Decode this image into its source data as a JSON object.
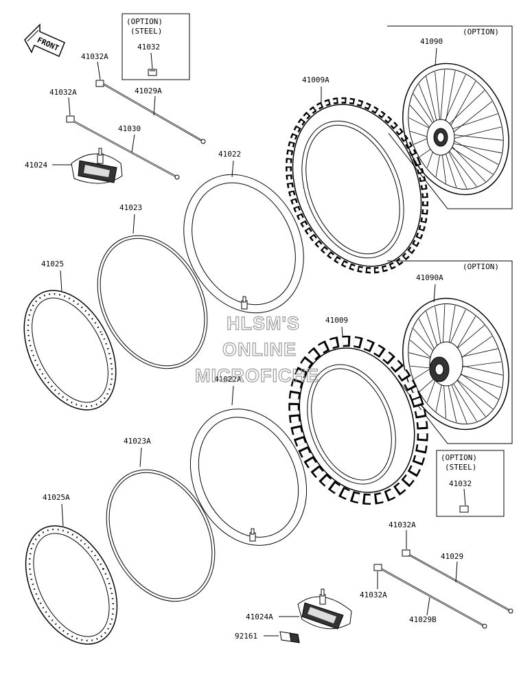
{
  "front_badge": "FRONT",
  "watermark": [
    "HLSM'S",
    "ONLINE",
    "MICROFICHE"
  ],
  "boxes": {
    "top_option": [
      "(OPTION)",
      "(STEEL)"
    ],
    "wheel_41090_option": "(OPTION)",
    "wheel_41090A_option": "(OPTION)",
    "bottom_option": [
      "(OPTION)",
      "(STEEL)"
    ]
  },
  "parts": {
    "p41032_top": "41032",
    "p41032A_1": "41032A",
    "p41029A": "41029A",
    "p41032A_2": "41032A",
    "p41030": "41030",
    "p41024": "41024",
    "p41022": "41022",
    "p41023": "41023",
    "p41025": "41025",
    "p41009A": "41009A",
    "p41090": "41090",
    "p41090A": "41090A",
    "p41009": "41009",
    "p41022A": "41022A",
    "p41023A": "41023A",
    "p41025A": "41025A",
    "p41032_bottom": "41032",
    "p41032A_3": "41032A",
    "p41029": "41029",
    "p41032A_4": "41032A",
    "p41029B": "41029B",
    "p41024A": "41024A",
    "p92161": "92161"
  }
}
